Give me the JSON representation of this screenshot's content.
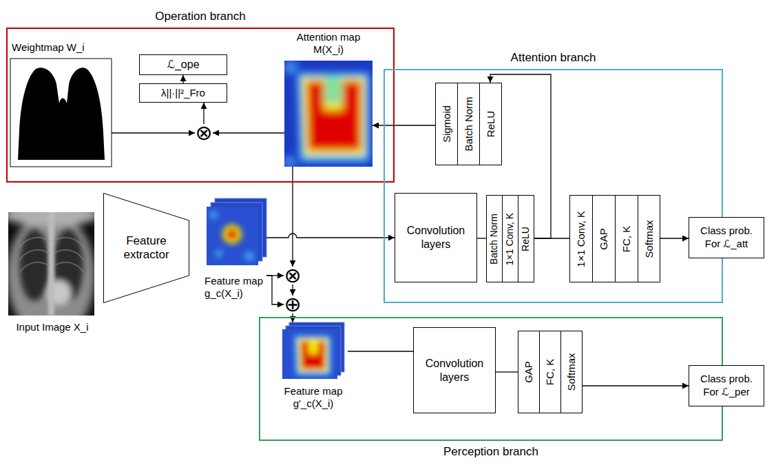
{
  "diagram": {
    "nodes": [
      {
        "text": [
          "Operation branch"
        ]
      },
      {
        "text": [
          "Weightmap W_i"
        ],
        "in": 0
      },
      {
        "text": [
          "ℒ_ope"
        ],
        "in": 0
      },
      {
        "text": [
          "λ||·||²_Fro"
        ],
        "in": 0
      },
      {
        "text": [
          "⊗"
        ],
        "in": 0
      },
      {
        "text": [
          "Attention map",
          "M(X_i)"
        ],
        "in": 0
      },
      {
        "text": [
          "Attention branch"
        ]
      },
      {
        "text": [
          "Sigmoid"
        ],
        "in": 6
      },
      {
        "text": [
          "Batch Norm"
        ],
        "in": 6
      },
      {
        "text": [
          "ReLU"
        ],
        "in": 6
      },
      {
        "text": [
          "Convolution layers"
        ],
        "in": 6
      },
      {
        "text": [
          "Batch Norm"
        ],
        "in": 6
      },
      {
        "text": [
          "1×1 Conv, K"
        ],
        "in": 6
      },
      {
        "text": [
          "ReLU"
        ],
        "in": 6
      },
      {
        "text": [
          "1×1 Conv, K"
        ],
        "in": 6
      },
      {
        "text": [
          "GAP"
        ],
        "in": 6
      },
      {
        "text": [
          "FC, K"
        ],
        "in": 6
      },
      {
        "text": [
          "Softmax"
        ],
        "in": 6
      },
      {
        "text": [
          "Class prob. For ℒ_att"
        ]
      },
      {
        "text": [
          "Input Image X_i"
        ]
      },
      {
        "text": [
          "Feature extractor"
        ]
      },
      {
        "text": [
          "Feature map",
          "g_c(X_i)"
        ]
      },
      {
        "text": [
          "⊗"
        ]
      },
      {
        "text": [
          "⊕"
        ]
      },
      {
        "text": [
          "Perception branch"
        ]
      },
      {
        "text": [
          "Feature map",
          "g'_c(X_i)"
        ],
        "in": 24
      },
      {
        "text": [
          "Convolution layers"
        ],
        "in": 24
      },
      {
        "text": [
          "GAP"
        ],
        "in": 24
      },
      {
        "text": [
          "FC, K"
        ],
        "in": 24
      },
      {
        "text": [
          "Softmax"
        ],
        "in": 24
      },
      {
        "text": [
          "Class prob. For ℒ_per"
        ]
      }
    ],
    "edges": [
      {
        "from": 1,
        "to": 4,
        "arrow": "to"
      },
      {
        "from": 5,
        "to": 4,
        "arrow": "to"
      },
      {
        "from": 4,
        "to": 3,
        "arrow": "to"
      },
      {
        "from": 3,
        "to": 2,
        "arrow": "to"
      },
      {
        "from": 7,
        "to": 5,
        "arrow": "to"
      },
      {
        "from": 13,
        "to": 9,
        "arrow": "to"
      },
      {
        "from": 13,
        "to": 14,
        "arrow": "none"
      },
      {
        "from": 10,
        "to": 11,
        "arrow": "none"
      },
      {
        "from": 17,
        "to": 18,
        "arrow": "to"
      },
      {
        "from": 21,
        "to": 10,
        "arrow": "to"
      },
      {
        "from": 21,
        "to": 22,
        "arrow": "to"
      },
      {
        "from": 21,
        "to": 23,
        "arrow": "to"
      },
      {
        "from": 5,
        "to": 22,
        "arrow": "to"
      },
      {
        "from": 22,
        "to": 23,
        "arrow": "to"
      },
      {
        "from": 23,
        "to": 25,
        "arrow": "to"
      },
      {
        "from": 25,
        "to": 26,
        "arrow": "none"
      },
      {
        "from": 26,
        "to": 27,
        "arrow": "none"
      },
      {
        "from": 29,
        "to": 30,
        "arrow": "to"
      }
    ]
  }
}
